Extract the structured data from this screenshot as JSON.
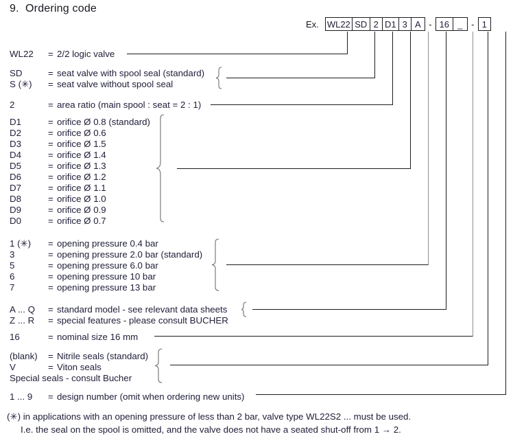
{
  "page": {
    "title": "9.  Ordering code"
  },
  "example": {
    "label": "Ex.",
    "dash": "-",
    "group1": [
      {
        "text": "WL22",
        "w": 40
      },
      {
        "text": "SD",
        "w": 27
      },
      {
        "text": "2",
        "w": 19
      },
      {
        "text": "D1",
        "w": 25
      },
      {
        "text": "3",
        "w": 19
      },
      {
        "text": "A",
        "w": 21
      }
    ],
    "group2": [
      {
        "text": "16",
        "w": 26
      },
      {
        "text": "_",
        "w": 22
      }
    ],
    "group3": [
      {
        "text": "1",
        "w": 19
      }
    ]
  },
  "legend": [
    {
      "code": "WL22",
      "eq": "=",
      "desc": "2/2 logic valve"
    },
    {
      "code": "SD",
      "eq": "=",
      "desc": "seat valve with spool seal (standard)"
    },
    {
      "code": "S (✳)",
      "eq": "=",
      "desc": "seat valve without spool seal"
    },
    {
      "code": "2",
      "eq": "=",
      "desc": "area ratio (main spool : seat = 2 : 1)"
    },
    {
      "code": "D1",
      "eq": "=",
      "desc": "orifice Ø 0.8 (standard)"
    },
    {
      "code": "D2",
      "eq": "=",
      "desc": "orifice Ø 0.6"
    },
    {
      "code": "D3",
      "eq": "=",
      "desc": "orifice Ø 1.5"
    },
    {
      "code": "D4",
      "eq": "=",
      "desc": "orifice Ø 1.4"
    },
    {
      "code": "D5",
      "eq": "=",
      "desc": "orifice Ø 1.3"
    },
    {
      "code": "D6",
      "eq": "=",
      "desc": "orifice Ø 1.2"
    },
    {
      "code": "D7",
      "eq": "=",
      "desc": "orifice Ø 1.1"
    },
    {
      "code": "D8",
      "eq": "=",
      "desc": "orifice Ø 1.0"
    },
    {
      "code": "D9",
      "eq": "=",
      "desc": "orifice Ø 0.9"
    },
    {
      "code": "D0",
      "eq": "=",
      "desc": "orifice Ø 0.7"
    },
    {
      "code": "1 (✳)",
      "eq": "=",
      "desc": "opening pressure 0.4 bar"
    },
    {
      "code": "3",
      "eq": "=",
      "desc": "opening pressure 2.0 bar (standard)"
    },
    {
      "code": "5",
      "eq": "=",
      "desc": "opening pressure 6.0 bar"
    },
    {
      "code": "6",
      "eq": "=",
      "desc": "opening pressure 10 bar"
    },
    {
      "code": "7",
      "eq": "=",
      "desc": "opening pressure 13 bar"
    },
    {
      "code": "A ... Q",
      "eq": "=",
      "desc": "standard model - see relevant data sheets"
    },
    {
      "code": "Z ... R",
      "eq": "=",
      "desc": "special features - please consult BUCHER"
    },
    {
      "code": "16",
      "eq": "=",
      "desc": "nominal size 16 mm"
    },
    {
      "code": "(blank)",
      "eq": "=",
      "desc": "Nitrile seals (standard)"
    },
    {
      "code": "V",
      "eq": "=",
      "desc": "Viton seals"
    },
    {
      "code": "1 ... 9",
      "eq": "=",
      "desc": "design number (omit when ordering new units)"
    }
  ],
  "legend_plain": [
    {
      "text": "Special seals - consult Bucher"
    }
  ],
  "footnote": {
    "line1": "(✳) in applications with an opening pressure of less than 2 bar, valve type WL22S2 ... must be used.",
    "line2": "I.e. the seal on the spool is omitted, and the valve does not have a seated shut-off from 1 → 2."
  },
  "colors": {
    "ink": "#20203a",
    "rule": "#1b1b1b",
    "rule_grey": "#8d8d8d",
    "brace": "#6f6f6f"
  }
}
